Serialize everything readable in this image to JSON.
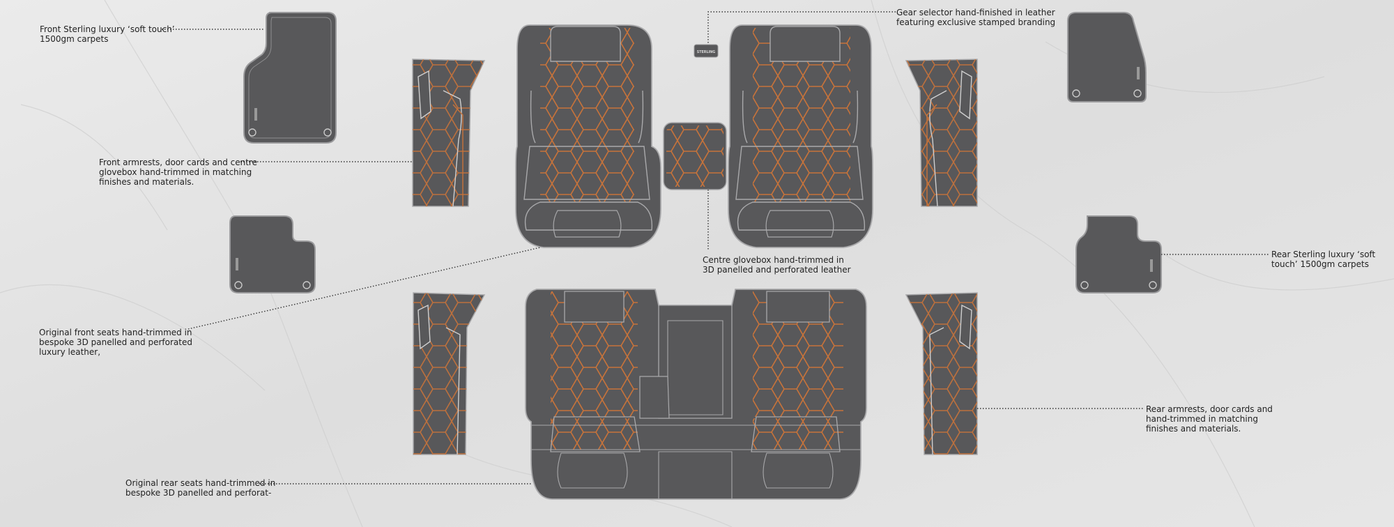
{
  "labels": {
    "front_carpets": [
      "Front Sterling luxury ‘soft touch’",
      "1500gm carpets"
    ],
    "front_armrests": [
      "Front armrests, door cards and centre",
      "glovebox hand-trimmed in matching",
      "finishes and materials."
    ],
    "front_seats": [
      "Original front seats hand-trimmed in",
      "bespoke 3D panelled and perforated",
      "luxury leather,"
    ],
    "rear_seats": [
      "Original rear seats hand-trimmed in",
      "bespoke 3D panelled and perforat-"
    ],
    "gear_selector": [
      "Gear selector hand-finished in leather",
      "featuring exclusive stamped branding"
    ],
    "centre_glovebox": [
      "Centre glovebox hand-trimmed in",
      "3D panelled and perforated leather"
    ],
    "rear_carpets": [
      "Rear Sterling luxury ‘soft",
      "touch’ 1500gm carpets"
    ],
    "rear_armrests": [
      "Rear armrests, door cards and",
      "hand-trimmed in matching",
      "finishes and materials."
    ]
  },
  "branding": {
    "stamp": "STERLING"
  },
  "colors": {
    "leather": "#58585a",
    "stitch": "#c8733a",
    "outline": "#a9a9ab",
    "marble": "#e4e4e4"
  }
}
